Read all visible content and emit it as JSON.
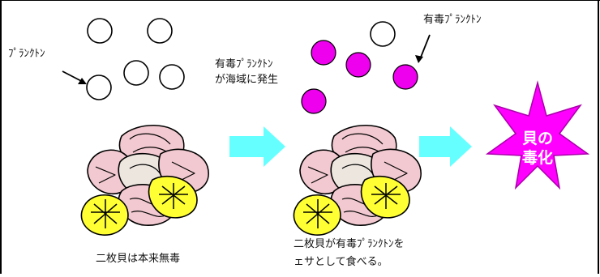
{
  "labels": {
    "plankton": "ﾌﾟﾗﾝｸﾄﾝ",
    "toxic_plankton_outbreak_line1": "有毒ﾌﾟﾗﾝｸﾄﾝ",
    "toxic_plankton_outbreak_line2": "が海域に発生",
    "toxic_plankton": "有毒ﾌﾟﾗﾝｸﾄﾝ",
    "shellfish_originally_nontoxic": "二枚貝は本来無毒",
    "shellfish_eat_line1": "二枚貝が有毒ﾌﾟﾗﾝｸﾄﾝを",
    "shellfish_eat_line2": "ェサとして食べる。",
    "burst_line1": "貝の",
    "burst_line2": "毒化"
  },
  "colors": {
    "plankton_fill": "#ffffff",
    "toxic_plankton_fill": "#ee00ee",
    "arrow": "#66ffff",
    "burst": "#ff00ff",
    "burst_text": "#ffffff",
    "shell_pink": "#f2c9d0",
    "shell_yellow": "#ffff33"
  },
  "icons": [
    "shellfish-cluster-icon",
    "shellfish-cluster-icon",
    "cyan-arrow-icon",
    "cyan-arrow-icon",
    "burst-star-icon"
  ]
}
